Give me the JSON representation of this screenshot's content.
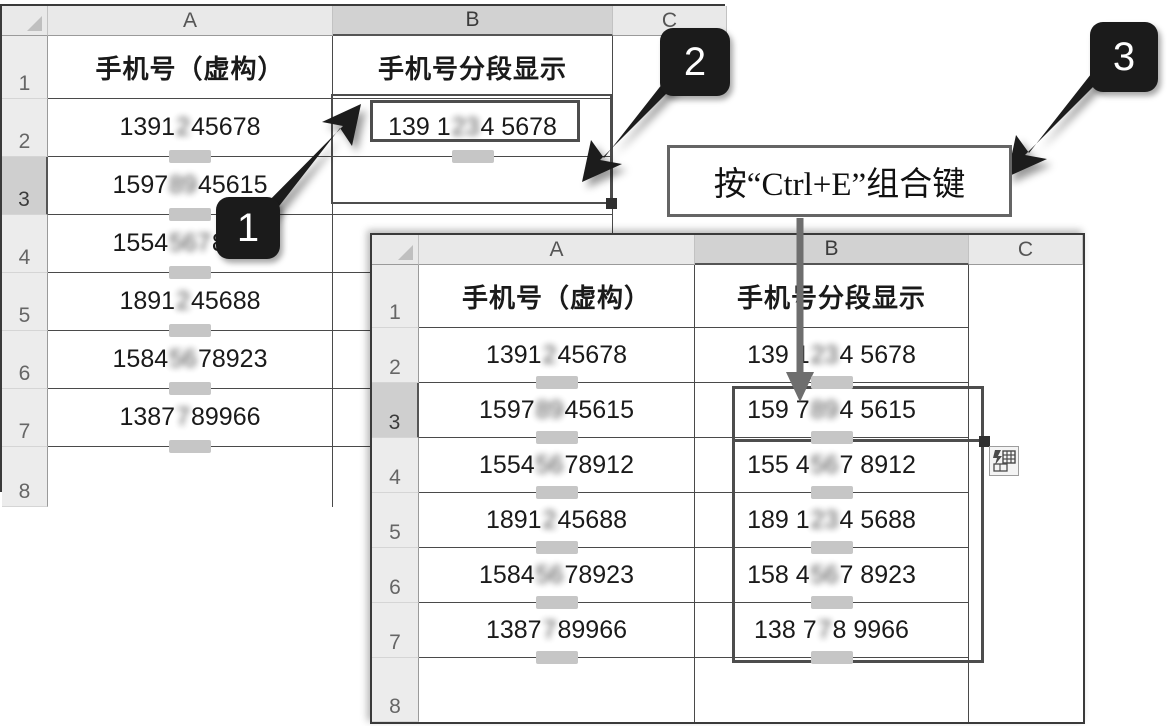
{
  "app": "excel-flash-fill-tutorial",
  "columns": {
    "a": "A",
    "b": "B",
    "c": "C"
  },
  "row_numbers": [
    "1",
    "2",
    "3",
    "4",
    "5",
    "6",
    "7",
    "8"
  ],
  "headers": {
    "col_a": "手机号（虚构）",
    "col_b": "手机号分段显示"
  },
  "back_sheet": {
    "name": "back-spreadsheet",
    "selected_row": "3",
    "selected_column": "B",
    "col_a_values": [
      {
        "row": "2",
        "pre": "1391",
        "blur": "2",
        "post": "45678"
      },
      {
        "row": "3",
        "pre": "1597",
        "blur": "89",
        "post": "45615"
      },
      {
        "row": "4",
        "pre": "1554",
        "blur": "567",
        "post": "8912"
      },
      {
        "row": "5",
        "pre": "1891",
        "blur": "2",
        "post": "45688"
      },
      {
        "row": "6",
        "pre": "1584",
        "blur": "56",
        "post": "78923"
      },
      {
        "row": "7",
        "pre": "1387",
        "blur": "7",
        "post": "89966"
      }
    ],
    "col_b_values": [
      {
        "row": "2",
        "pre": "139 1",
        "blur": "23",
        "post": "4 5678"
      }
    ]
  },
  "front_sheet": {
    "name": "front-spreadsheet",
    "selected_row": "3",
    "selected_column": "B",
    "col_a_values": [
      {
        "row": "2",
        "pre": "1391",
        "blur": "2",
        "post": "45678"
      },
      {
        "row": "3",
        "pre": "1597",
        "blur": "89",
        "post": "45615"
      },
      {
        "row": "4",
        "pre": "1554",
        "blur": "56",
        "post": "78912"
      },
      {
        "row": "5",
        "pre": "1891",
        "blur": "2",
        "post": "45688"
      },
      {
        "row": "6",
        "pre": "1584",
        "blur": "56",
        "post": "78923"
      },
      {
        "row": "7",
        "pre": "1387",
        "blur": "7",
        "post": "89966"
      }
    ],
    "col_b_values": [
      {
        "row": "2",
        "pre": "139 1",
        "blur": "23",
        "post": "4 5678"
      },
      {
        "row": "3",
        "pre": "159 7",
        "blur": "89",
        "post": "4 5615"
      },
      {
        "row": "4",
        "pre": "155 4",
        "blur": "56",
        "post": "7 8912"
      },
      {
        "row": "5",
        "pre": "189 1",
        "blur": "23",
        "post": "4 5688"
      },
      {
        "row": "6",
        "pre": "158 4",
        "blur": "56",
        "post": "7 8923"
      },
      {
        "row": "7",
        "pre": "138 7",
        "blur": "7",
        "post": "8 9966"
      }
    ],
    "flash_fill_icon": "flash-fill-options-icon"
  },
  "badges": [
    {
      "id": "1",
      "label": "1"
    },
    {
      "id": "2",
      "label": "2"
    },
    {
      "id": "3",
      "label": "3"
    }
  ],
  "tip": {
    "text": "按“Ctrl+E”组合键"
  },
  "colors": {
    "badge_bg": "#1b1b1b",
    "grid_line": "#4a4a4a",
    "header_bg": "#e9e9e9",
    "selected_header_bg": "#d2d2d2",
    "selection_border": "#4d4d4d",
    "arrow_black": "#1b1b1b",
    "arrow_grey": "#6e6e6e"
  }
}
